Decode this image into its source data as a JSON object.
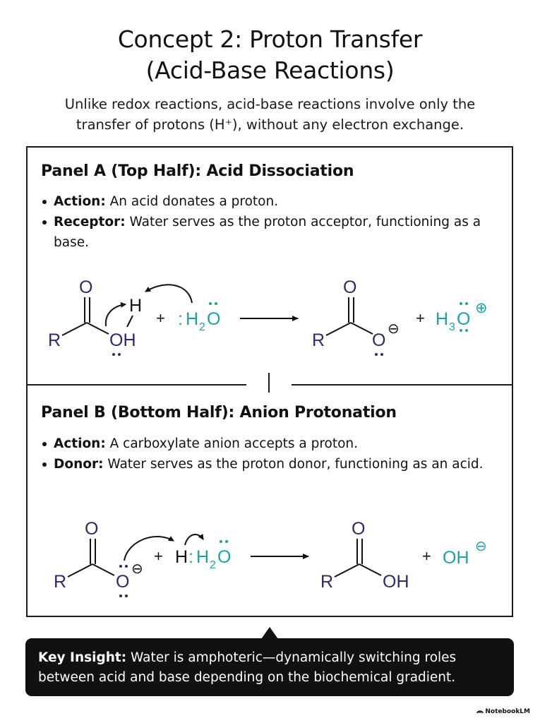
{
  "header": {
    "title_line1": "Concept 2: Proton Transfer",
    "title_line2": "(Acid-Base Reactions)",
    "subtitle_line1": "Unlike redox reactions, acid-base reactions involve only the",
    "subtitle_line2": "transfer of protons (H⁺), without any electron exchange."
  },
  "panel_a": {
    "heading": "Panel A (Top Half): Acid Dissociation",
    "bullets": [
      {
        "label": "Action:",
        "text": " An acid donates a proton."
      },
      {
        "label": "Receptor:",
        "text": " Water serves as the proton acceptor, functioning as a base."
      }
    ],
    "scheme": {
      "r": "R",
      "o": "O",
      "oh": "OH",
      "h": "H",
      "plus": "+",
      "water_colon": ":",
      "water_h": "H",
      "water_sub": "2",
      "water_o": "O",
      "product_r": "R",
      "product_o_top": "O",
      "product_o": "O",
      "minus": "⊖",
      "plus2": "+",
      "hydronium_h": "H",
      "hydronium_sub": "3",
      "hydronium_o": "O",
      "hydronium_charge": "⊕"
    }
  },
  "panel_b": {
    "heading": "Panel B (Bottom Half): Anion Protonation",
    "bullets": [
      {
        "label": "Action:",
        "text": " A carboxylate anion accepts a proton."
      },
      {
        "label": "Donor:",
        "text": " Water serves as the proton donor, functioning as an acid."
      }
    ],
    "scheme": {
      "r": "R",
      "o_top": "O",
      "o": "O",
      "minus": "⊖",
      "plus": "+",
      "water_h": "H",
      "water_colon": ":",
      "water_h2": "H",
      "water_sub": "2",
      "water_o": "O",
      "product_r": "R",
      "product_o_top": "O",
      "product_oh": "OH",
      "plus2": "+",
      "hydroxide": "OH",
      "hydroxide_charge": "⊖"
    }
  },
  "insight": {
    "label": "Key Insight:",
    "text_line1": " Water is amphoteric—dynamically switching roles",
    "text_line2": "between acid and base depending on the biochemical gradient."
  },
  "brand": {
    "name": "NotebookLM",
    "icon": "notebooklm-icon"
  },
  "colors": {
    "molecule": "#2b2a6b",
    "water": "#1aa3a3",
    "ink": "#111111"
  }
}
